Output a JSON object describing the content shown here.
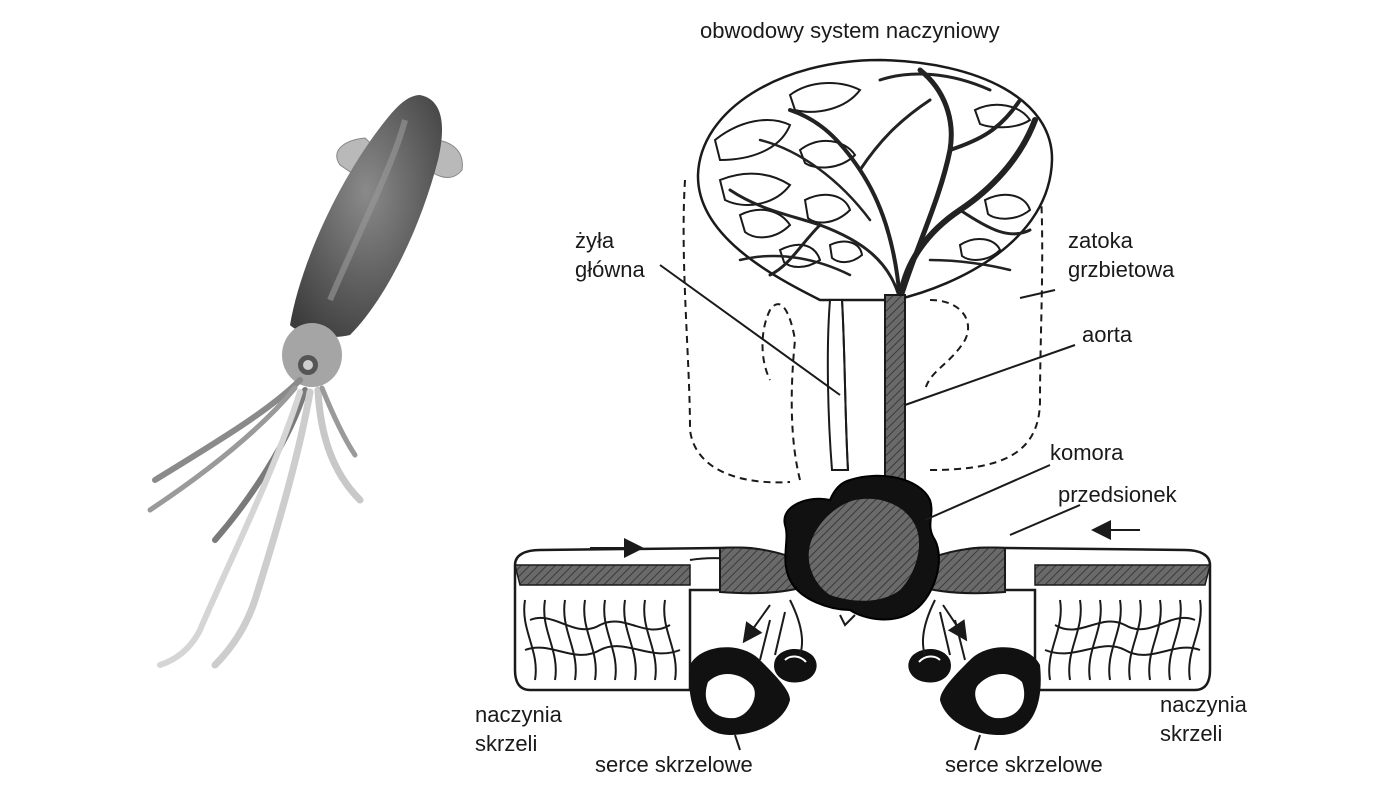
{
  "labels": {
    "circulation_title": "obwodowy system naczyniowy",
    "main_vein_line1": "żyła",
    "main_vein_line2": "główna",
    "dorsal_sinus_line1": "zatoka",
    "dorsal_sinus_line2": "grzbietowa",
    "aorta": "aorta",
    "ventricle": "komora",
    "atrium": "przedsionek",
    "gill_vessels_left_line1": "naczynia",
    "gill_vessels_left_line2": "skrzeli",
    "gill_vessels_right_line1": "naczynia",
    "gill_vessels_right_line2": "skrzeli",
    "branchial_heart_left": "serce skrzelowe",
    "branchial_heart_right": "serce skrzelowe"
  },
  "colors": {
    "vessel_dark": "#555555",
    "heart_black": "#111111",
    "line": "#1a1a1a",
    "squid_body": "#6f6f6f"
  },
  "icons": {
    "flow_arrows": "arrow-icon",
    "squid": "squid-illustration"
  }
}
